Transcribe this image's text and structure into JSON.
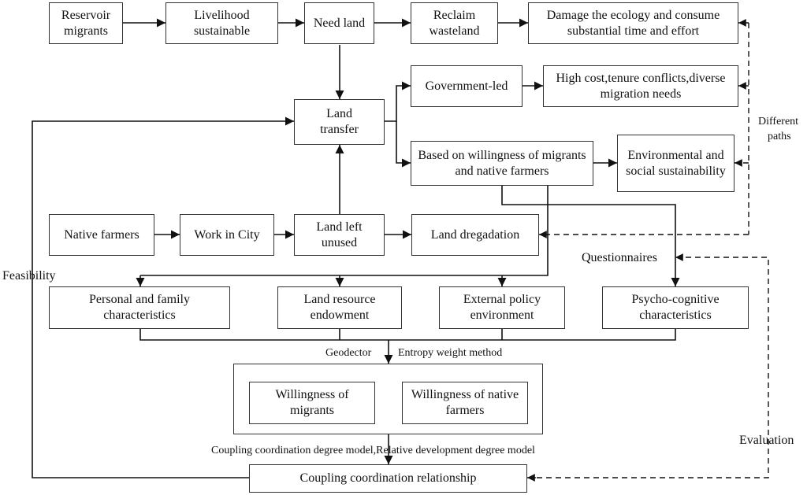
{
  "boxes": {
    "reservoir_migrants": "Reservoir migrants",
    "livelihood_sustainable": "Livelihood sustainable",
    "need_land": "Need land",
    "reclaim_wasteland": "Reclaim wasteland",
    "damage_ecology": "Damage the ecology and consume substantial time and effort",
    "government_led": "Government-led",
    "high_cost": "High cost,tenure conflicts,diverse migration needs",
    "land_transfer": "Land transfer",
    "based_on_willingness": "Based on willingness of migrants and native farmers",
    "env_social": "Environmental and social sustainability",
    "native_farmers": "Native farmers",
    "work_in_city": "Work in City",
    "land_left_unused": "Land left unused",
    "land_degradation": "Land dregadation",
    "personal_family": "Personal and family characteristics",
    "land_resource": "Land resource endowment",
    "external_policy": "External policy environment",
    "psycho_cognitive": "Psycho-cognitive characteristics",
    "willingness_migrants": "Willingness of migrants",
    "willingness_native": "Willingness of native farmers",
    "coupling_relationship": "Coupling coordination relationship"
  },
  "labels": {
    "different": "Different",
    "paths": "paths",
    "questionnaires": "Questionnaires",
    "feasibility": "Feasibility",
    "geodector": "Geodector",
    "entropy": "Entropy weight method",
    "coupling_models": "Coupling coordination degree model,Relative development degree model",
    "evaluation": "Evaluation"
  }
}
